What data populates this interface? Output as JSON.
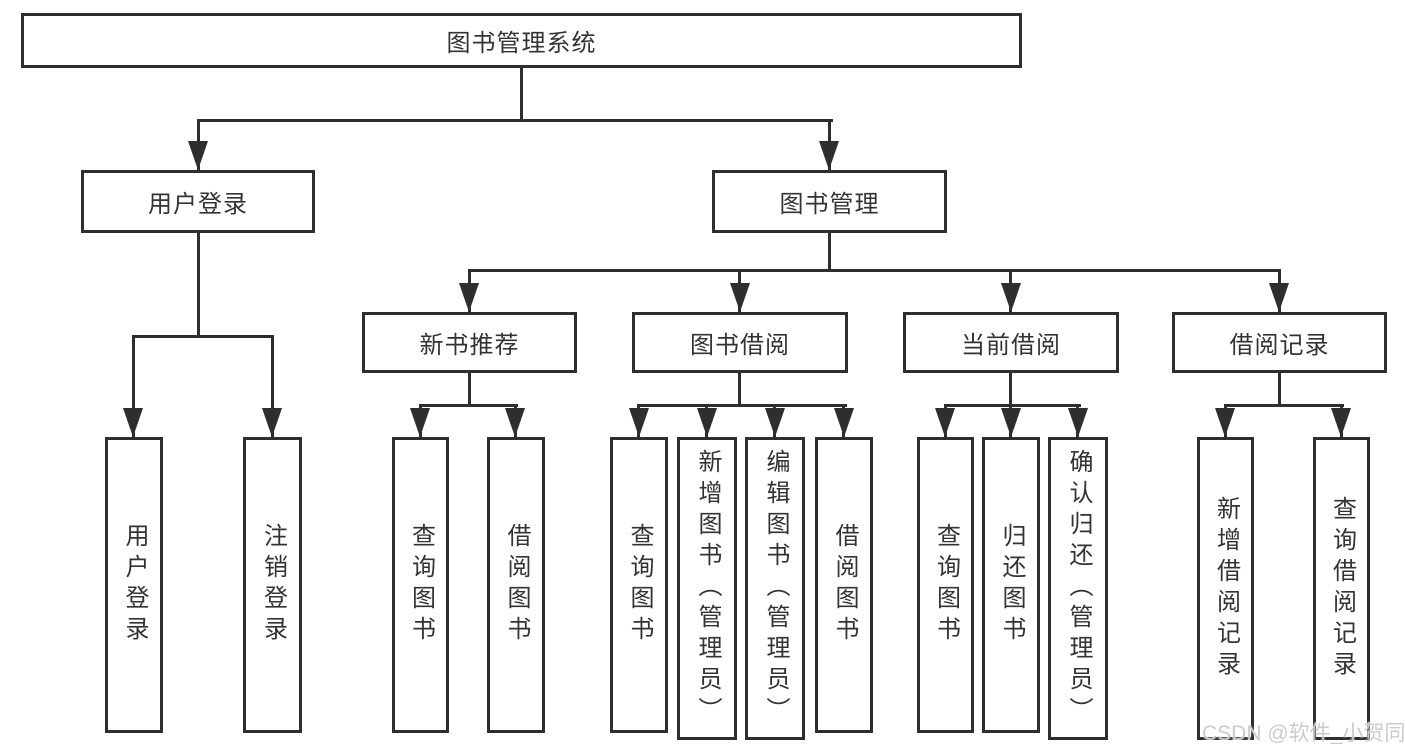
{
  "diagram": {
    "root": {
      "label": "图书管理系统"
    },
    "level2": [
      {
        "label": "用户登录"
      },
      {
        "label": "图书管理"
      }
    ],
    "level3": [
      {
        "label": "新书推荐"
      },
      {
        "label": "图书借阅"
      },
      {
        "label": "当前借阅"
      },
      {
        "label": "借阅记录"
      }
    ],
    "leaves": {
      "user_login": [
        "用户登录",
        "注销登录"
      ],
      "new_book": [
        "查询图书",
        "借阅图书"
      ],
      "book_borrow": [
        "查询图书",
        "新增图书（管理员）",
        "编辑图书（管理员）",
        "借阅图书"
      ],
      "current_borrow": [
        "查询图书",
        "归还图书",
        "确认归还（管理员）"
      ],
      "borrow_record": [
        "新增借阅记录",
        "查询借阅记录"
      ]
    }
  },
  "watermark": {
    "text": "CSDN @软件_小贺同学"
  },
  "colors": {
    "line": "#2e2e2e",
    "text": "#333333",
    "watermark": "#cbcbcb",
    "background": "#ffffff"
  }
}
